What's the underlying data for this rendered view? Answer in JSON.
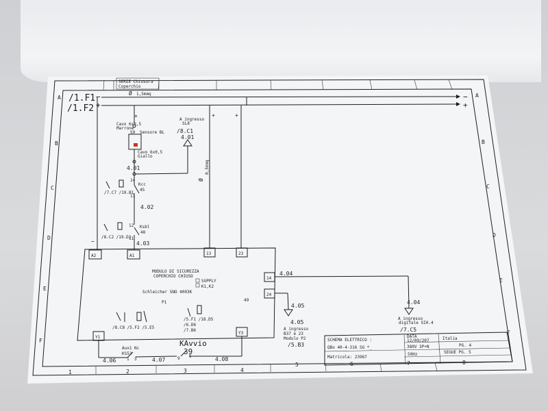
{
  "title_block": {
    "series_title": "SERIE Chiusura",
    "series_subtitle": "Coperchio",
    "schema_label": "SCHEMA ELETTRICO :",
    "project_code": "QBo 40-4-316 SG *_",
    "matricola": "Matricola: 23967",
    "data_label": "DATA",
    "date": "12/09/207",
    "voltage": "380V 3P+N",
    "frequency": "50Hz",
    "country": "Italia",
    "page": "PG. 4",
    "next_page": "SEGUE PG. 5"
  },
  "rails": {
    "f1": "/1.F1",
    "f2": "/1.F2",
    "minus": "−",
    "plus": "+",
    "cross_section": "1,5mmq",
    "cross_section_vertical": "0,5mmq"
  },
  "row_labels": [
    "A",
    "B",
    "C",
    "D",
    "E",
    "F"
  ],
  "col_labels": [
    "1",
    "2",
    "3",
    "4",
    "5",
    "6",
    "7",
    "8"
  ],
  "sensor": {
    "cable_top": "Cavo 6x0,5",
    "cable_top_color": "Marrone",
    "id": "S9",
    "name": "Sensore BL",
    "cable_bottom": "Cavo 6x0,5",
    "cable_bottom_color": "Giallo",
    "wire": "4.01"
  },
  "input_a": {
    "title": "A ingresso",
    "sub": "SL8",
    "ref": "/8.C1",
    "wire": "4.01"
  },
  "contacts": {
    "kcc_refs": "/7.C7 /19.B1",
    "kcc_name": "Kcc",
    "kcc_num": "45",
    "kcc_pins": [
      "14",
      "11"
    ],
    "wire_402": "4.02",
    "ksbl_refs": "/8.C2 /19.D2",
    "ksbl_name": "Ksbl",
    "ksbl_num": "48",
    "ksbl_pins": [
      "12",
      "11"
    ],
    "wire_403": "4.03"
  },
  "module": {
    "title_line1": "MODULO DI SICUREZZA",
    "title_line2": "COPERCHIO CHIUSO",
    "supply": "SUPPLY",
    "k1k2": "K1,K2",
    "model": "Schleicher SNO 4003K",
    "p1": "P1",
    "num": "49",
    "terminals": {
      "a2": "A2",
      "a1": "A1",
      "t13": "13",
      "t23": "23",
      "t14": "14",
      "t24": "24",
      "y1": "Y1",
      "y3": "Y3"
    },
    "contact_refs_left": "/8.C8 /5.F2 /5.E5",
    "contact_refs_right_1": "/5.F1 /18.D5",
    "contact_refs_right_2": "/6.D6",
    "contact_refs_right_3": "/7.B6"
  },
  "outputs": {
    "w404": "4.04",
    "w405": "4.05",
    "in_b_title": "A ingresso",
    "in_b_sub1": "B37 e 23",
    "in_b_sub2": "Modulo P2",
    "in_b_ref": "/5.B3",
    "in_c_title": "A ingresso",
    "in_c_sub": "digitale SI0.4",
    "in_c_ref": "/7.C5"
  },
  "bottom": {
    "aux_label": "Aux1 Nc",
    "aux_id": "KS53",
    "aux_pins": [
      "1",
      "3",
      "9",
      "5"
    ],
    "kavvio": "KAvvio",
    "kavvio_num": "39",
    "w406": "4.06",
    "w407": "4.07",
    "w408": "4.08"
  }
}
